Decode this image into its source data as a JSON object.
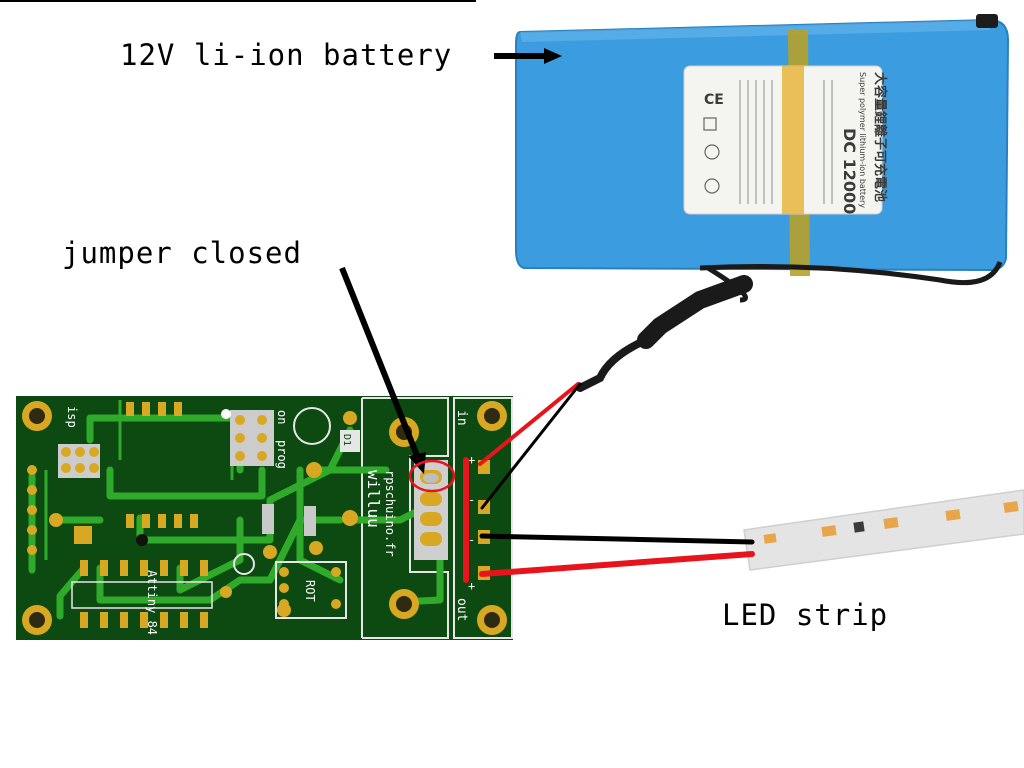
{
  "labels": {
    "battery": "12V li-ion battery",
    "jumper": "jumper closed",
    "led_strip": "LED strip"
  },
  "battery_sticker": {
    "model": "DC 12000",
    "chinese_title": "大容量鋰離子可充電池",
    "subtitle": "Super polymer lithium-ion battery",
    "ce_mark": "CE"
  },
  "pcb_silkscreen": {
    "name": "willuu",
    "website": "rpschuino.fr",
    "chip": "Attiny 84",
    "isp": "isp",
    "prog": "prog",
    "rot": "ROT",
    "on": "on",
    "in": "in",
    "out": "out",
    "plus_in": "+",
    "minus_in": "-",
    "minus_out": "-",
    "plus_out": "+",
    "diode": "D1"
  },
  "colors": {
    "pcb_green": "#0c4a12",
    "trace_green": "#2faa2a",
    "pad_gold": "#d8a823",
    "battery_blue": "#3b9de0",
    "wire_red": "#e8141b",
    "wire_black": "#000000",
    "led_chip": "#e8a64a"
  }
}
